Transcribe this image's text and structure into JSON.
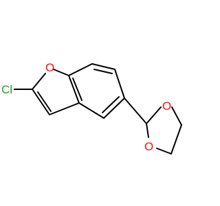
{
  "molecule": {
    "atom_labels": {
      "chlorine": "Cl",
      "furan_oxygen": "O",
      "dioxolane_oxygen_top": "O",
      "dioxolane_oxygen_bottom": "O"
    },
    "colors": {
      "bond": "#000000",
      "oxygen": "#ff0d0d",
      "chlorine": "#1fa01f",
      "background": "#ffffff"
    }
  }
}
